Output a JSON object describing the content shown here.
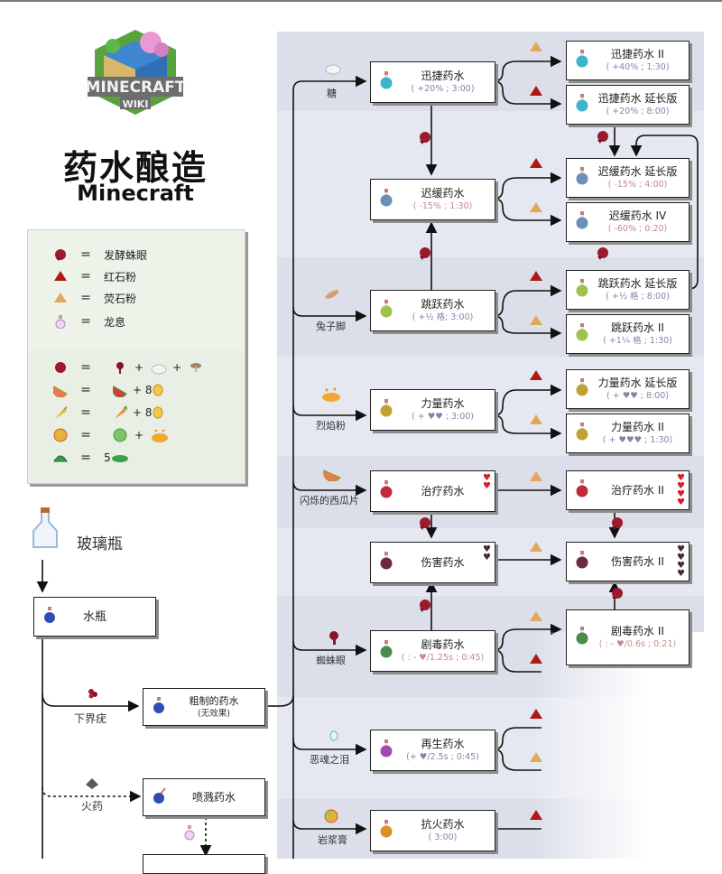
{
  "header": {
    "logo_text_1": "MINECRAFT",
    "logo_text_2": "WIKI",
    "title": "药水酿造",
    "subtitle": "Minecraft"
  },
  "legend": {
    "definitions": [
      {
        "icon": "fermented-spider-eye",
        "eq": "=",
        "label": "发酵蛛眼"
      },
      {
        "icon": "redstone-dust",
        "eq": "=",
        "label": "红石粉"
      },
      {
        "icon": "glowstone-dust",
        "eq": "=",
        "label": "荧石粉"
      },
      {
        "icon": "dragon-breath",
        "eq": "=",
        "label": "龙息"
      }
    ],
    "recipes": [
      {
        "result": "fermented-spider-eye",
        "eq": "=",
        "parts": [
          "spider-eye",
          "+",
          "sugar",
          "+",
          "brown-mushroom"
        ]
      },
      {
        "result": "glistering-melon-slice",
        "eq": "=",
        "parts": [
          "melon-slice",
          "+ 8",
          "gold-nugget"
        ]
      },
      {
        "result": "golden-carrot",
        "eq": "=",
        "parts": [
          "carrot",
          "+ 8",
          "gold-nugget"
        ]
      },
      {
        "result": "magma-cream",
        "eq": "=",
        "parts": [
          "slime-ball",
          "+",
          "blaze-powder"
        ]
      },
      {
        "result": "turtle-shell",
        "eq": "=",
        "parts": [
          "5",
          "scute"
        ]
      }
    ]
  },
  "flow_left": {
    "glass_bottle": "玻璃瓶",
    "water_bottle": "水瓶",
    "nether_wart": "下界疣",
    "awkward_potion": "粗制的药水",
    "awkward_effect": "(无效果)",
    "gunpowder": "火药",
    "splash_potion": "喷溅药水"
  },
  "ingredients": {
    "sugar": "糖",
    "rabbit_foot": "兔子脚",
    "blaze_powder": "烈焰粉",
    "glistering_melon": "闪烁的西瓜片",
    "spider_eye": "蜘蛛眼",
    "ghast_tear": "恶魂之泪",
    "magma_cream": "岩浆膏"
  },
  "potions": {
    "swiftness": {
      "name": "迅捷药水",
      "effect": "( +20% ; 3:00)"
    },
    "swiftness_2": {
      "name": "迅捷药水 II",
      "effect": "( +40% ; 1:30)"
    },
    "swiftness_ext": {
      "name": "迅捷药水 延长版",
      "effect": "( +20% ; 8:00)"
    },
    "slowness": {
      "name": "迟缓药水",
      "effect": "( -15% ; 1:30)"
    },
    "slowness_ext": {
      "name": "迟缓药水 延长版",
      "effect": "( -15% ; 4:00)"
    },
    "slowness_4": {
      "name": "迟缓药水 IV",
      "effect": "( -60% ; 0:20)"
    },
    "leaping": {
      "name": "跳跃药水",
      "effect": "( +½ 格; 3:00)"
    },
    "leaping_ext": {
      "name": "跳跃药水 延长版",
      "effect": "( +½ 格 ; 8:00)"
    },
    "leaping_2": {
      "name": "跳跃药水 II",
      "effect": "( +1¼ 格 ; 1:30)"
    },
    "strength": {
      "name": "力量药水",
      "effect": "( + ♥♥ ; 3:00)"
    },
    "strength_ext": {
      "name": "力量药水 延长版",
      "effect": "( + ♥♥ ; 8:00)"
    },
    "strength_2": {
      "name": "力量药水 II",
      "effect": "( + ♥♥♥ ; 1:30)"
    },
    "healing": {
      "name": "治疗药水",
      "effect": ""
    },
    "healing_2": {
      "name": "治疗药水 II",
      "effect": ""
    },
    "harming": {
      "name": "伤害药水",
      "effect": ""
    },
    "harming_2": {
      "name": "伤害药水 II",
      "effect": ""
    },
    "poison": {
      "name": "剧毒药水",
      "effect": "( : - ♥/1.25s ; 0:45)"
    },
    "poison_2": {
      "name": "剧毒药水 II",
      "effect": "( : - ♥/0.6s ; 0:21)"
    },
    "regeneration": {
      "name": "再生药水",
      "effect": "(+ ♥/2.5s ; 0:45)"
    },
    "fire_resistance": {
      "name": "抗火药水",
      "effect": "( 3:00)"
    }
  },
  "colors": {
    "panel_bg": "#e6e8f1",
    "band_bg": "#dcdfea",
    "legend_bg": "#eef3ea",
    "effect_positive": "#8086a8",
    "effect_negative": "#c48a8a",
    "redstone": "#b01818",
    "glowstone": "#e0a85a",
    "fermented_eye": "#9c1a2e"
  }
}
